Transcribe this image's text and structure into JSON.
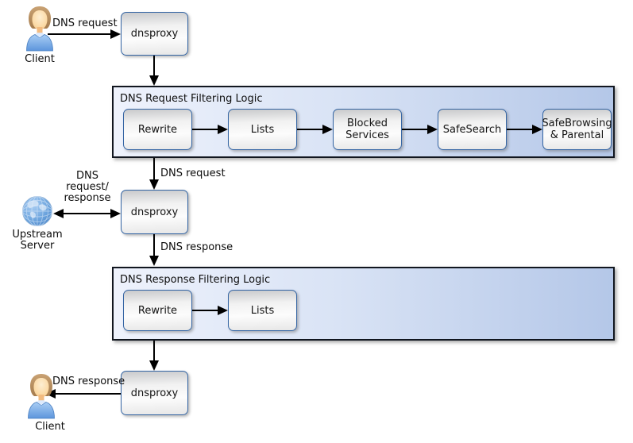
{
  "colors": {
    "node_border": "#3465a4",
    "container_border": "#11161f",
    "container_bg_left": "#eef2fc",
    "container_bg_right": "#b4c7e8",
    "arrow": "#000000"
  },
  "nodes": {
    "client_top": "Client",
    "proxy_top": "dnsproxy",
    "proxy_mid": "dnsproxy",
    "proxy_bottom": "dnsproxy",
    "upstream": "Upstream\nServer",
    "client_bottom": "Client"
  },
  "request_pipeline": {
    "title": "DNS Request Filtering Logic",
    "steps": [
      "Rewrite",
      "Lists",
      "Blocked\nServices",
      "SafeSearch",
      "SafeBrowsing\n& Parental"
    ]
  },
  "response_pipeline": {
    "title": "DNS Response Filtering Logic",
    "steps": [
      "Rewrite",
      "Lists"
    ]
  },
  "edge_labels": {
    "client_to_proxy": "DNS request",
    "pipeline_to_proxy": "DNS request",
    "upstream_exchange": "DNS\nrequest/\nresponse",
    "proxy_to_pipeline": "DNS response",
    "proxy_to_client": "DNS response"
  }
}
